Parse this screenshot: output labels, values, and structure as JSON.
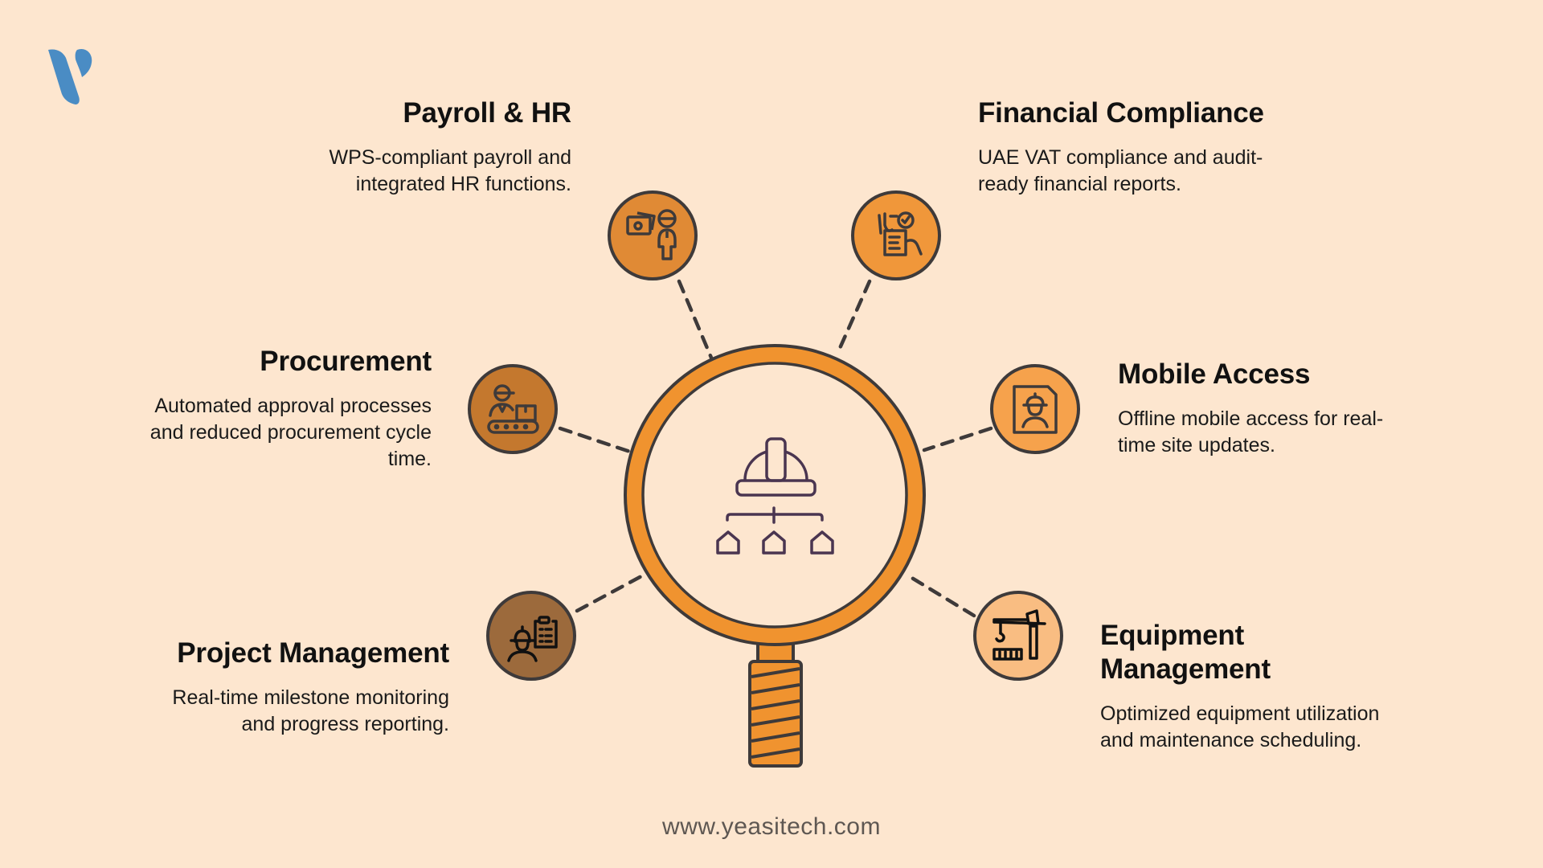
{
  "logo": {
    "name": "Yeasitech logo",
    "color": "#4a8cc4"
  },
  "center": {
    "icon": "hard-hat-org-chart-icon",
    "lens_color": "#f0932f",
    "outline_color": "#3e3a3a",
    "icon_color": "#4a3550"
  },
  "features": [
    {
      "id": "payroll-hr",
      "title": "Payroll & HR",
      "description_lines": [
        "WPS-compliant payroll and",
        "integrated HR functions."
      ],
      "icon": "money-and-employee-icon",
      "circle_color": "#e08a35"
    },
    {
      "id": "financial-compliance",
      "title": "Financial Compliance",
      "description_lines": [
        "UAE VAT compliance and audit-",
        "ready financial reports."
      ],
      "icon": "document-checklist-hands-icon",
      "circle_color": "#f0973a"
    },
    {
      "id": "procurement",
      "title": "Procurement",
      "description_lines": [
        "Automated approval processes",
        "and reduced procurement cycle",
        "time."
      ],
      "icon": "worker-conveyor-box-icon",
      "circle_color": "#c4782e"
    },
    {
      "id": "mobile-access",
      "title": "Mobile Access",
      "description_lines": [
        "Offline mobile access for real-",
        "time site updates."
      ],
      "icon": "worker-id-card-icon",
      "circle_color": "#f6a24c"
    },
    {
      "id": "project-management",
      "title": "Project Management",
      "description_lines": [
        "Real-time milestone monitoring",
        "and progress reporting."
      ],
      "icon": "worker-clipboard-icon",
      "circle_color": "#9c6a3c"
    },
    {
      "id": "equipment-management",
      "title_lines": [
        "Equipment",
        "Management"
      ],
      "description_lines": [
        "Optimized equipment utilization",
        "and maintenance scheduling."
      ],
      "icon": "crane-container-icon",
      "circle_color": "#f9bd82"
    }
  ],
  "footer": {
    "url": "www.yeasitech.com"
  },
  "colors": {
    "background": "#fde6cf",
    "text": "#111111",
    "footer_text": "#5e5752",
    "connector": "#3e3a3a"
  }
}
